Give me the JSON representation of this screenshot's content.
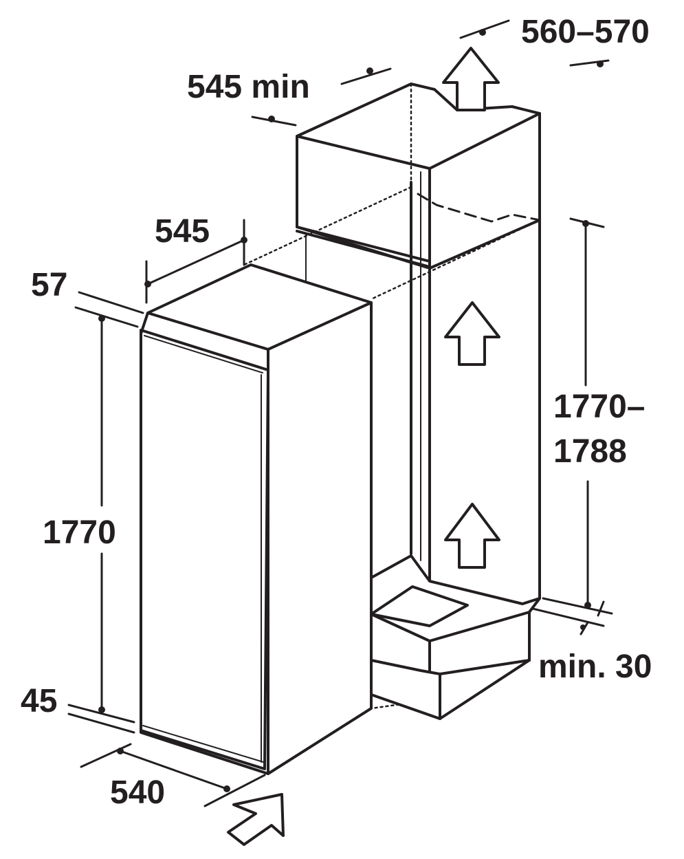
{
  "dimensions": {
    "niche_width": "560–570",
    "niche_depth": "545 min",
    "appliance_depth": "545",
    "door_offset_top": "57",
    "appliance_height": "1770",
    "niche_height": "1770–\n1788",
    "niche_height_line1": "1770–",
    "niche_height_line2": "1788",
    "plinth_gap": "min. 30",
    "door_offset_bottom": "45",
    "appliance_width": "540"
  },
  "colors": {
    "ink": "#231f20",
    "background": "#ffffff"
  },
  "icons": {
    "airflow_arrow_up": "outlined-up-arrow",
    "insertion_arrow": "outlined-diagonal-arrow"
  }
}
